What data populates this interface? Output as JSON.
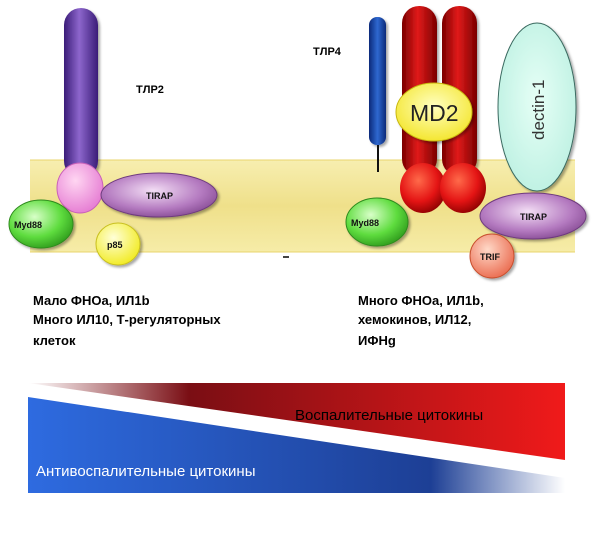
{
  "receptors": {
    "tlr2_label": "TЛР2",
    "tlr4_label": "TЛР4",
    "md2_label": "MD2",
    "dectin_label": "dectin-1",
    "tirap_left": "TIRAP",
    "tirap_right": "TIRAP",
    "myd88_left": "Myd88",
    "myd88_right": "Myd88",
    "p85": "p85",
    "trif": "TRIF"
  },
  "captions": {
    "left": [
      "Мало ФНОa, ИЛ1b",
      "Много ИЛ10, Т-регуляторных",
      "клеток"
    ],
    "right": [
      "Много ФНОa, ИЛ1b,",
      "хемокинов, ИЛ12,",
      "ИФНg"
    ]
  },
  "gradient": {
    "pro": "Воспалительные цитокины",
    "anti": "Антивоспалительные цитокины",
    "pro_color": "#e8141e",
    "anti_color": "#1f63d8"
  }
}
